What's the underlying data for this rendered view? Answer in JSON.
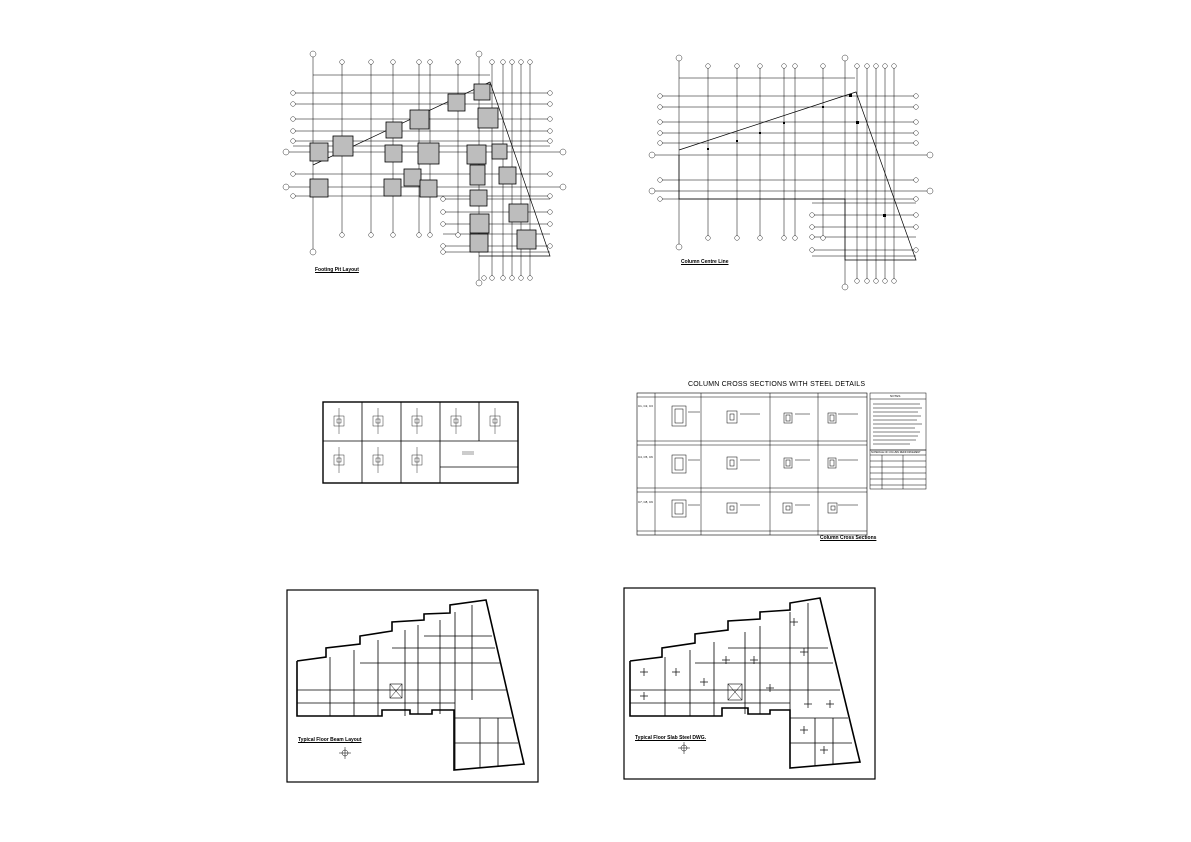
{
  "drawings": {
    "footing": {
      "title": "Footing Pit Layout"
    },
    "column_centre": {
      "title": "Column Centre Line"
    },
    "column_sections": {
      "heading": "COLUMN  CROSS  SECTIONS WITH STEEL DETAILS",
      "title": "Column Cross Sections",
      "row_labels": [
        "C1, C2, C3",
        "C4, C5, C6",
        "C7, C8, C9"
      ],
      "notes_title": "NOTES",
      "schedule_title": "SCHEDULE OF COLUMN REINFORCEMENT"
    },
    "beam": {
      "title": "Typical Floor Beam Layout"
    },
    "slab": {
      "title": "Typical Floor Slab Steel DWG."
    }
  }
}
